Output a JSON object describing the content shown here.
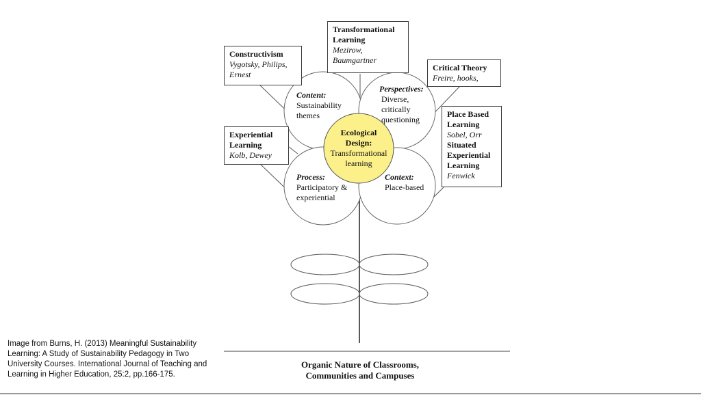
{
  "diagram": {
    "boxes": {
      "transformational": {
        "title": "Transformational\nLearning",
        "authors": "Mezirow,\nBaumgartner"
      },
      "constructivism": {
        "title": "Constructivism",
        "authors": "Vygotsky, Philips,\nErnest"
      },
      "critical": {
        "title": "Critical Theory",
        "authors": "Freire, hooks,"
      },
      "experiential": {
        "title": "Experiential\nLearning",
        "authors": "Kolb, Dewey"
      },
      "place_based": {
        "title": "Place Based\nLearning",
        "authors": "Sobel, Orr",
        "title2": "Situated\nExperiential\nLearning",
        "authors2": "Fenwick"
      }
    },
    "petals": {
      "content": {
        "heading": "Content:",
        "body": "Sustainability\nthemes"
      },
      "perspectives": {
        "heading": "Perspectives:",
        "body": "Diverse,\ncritically\nquestioning"
      },
      "process": {
        "heading": "Process:",
        "body": "Participatory &\nexperiential"
      },
      "context": {
        "heading": "Context:",
        "body": "Place-based"
      }
    },
    "center": {
      "heading": "Ecological\nDesign:",
      "body": "Transformational\nlearning",
      "fill": "#fbf08a"
    },
    "caption": "Organic Nature of Classrooms,\nCommunities and Campuses"
  },
  "credit": "Image from Burns, H. (2013) Meaningful Sustainability Learning: A Study of Sustainability Pedagogy in Two University Courses. International Journal of Teaching and Learning in Higher Education, 25:2, pp.166-175."
}
